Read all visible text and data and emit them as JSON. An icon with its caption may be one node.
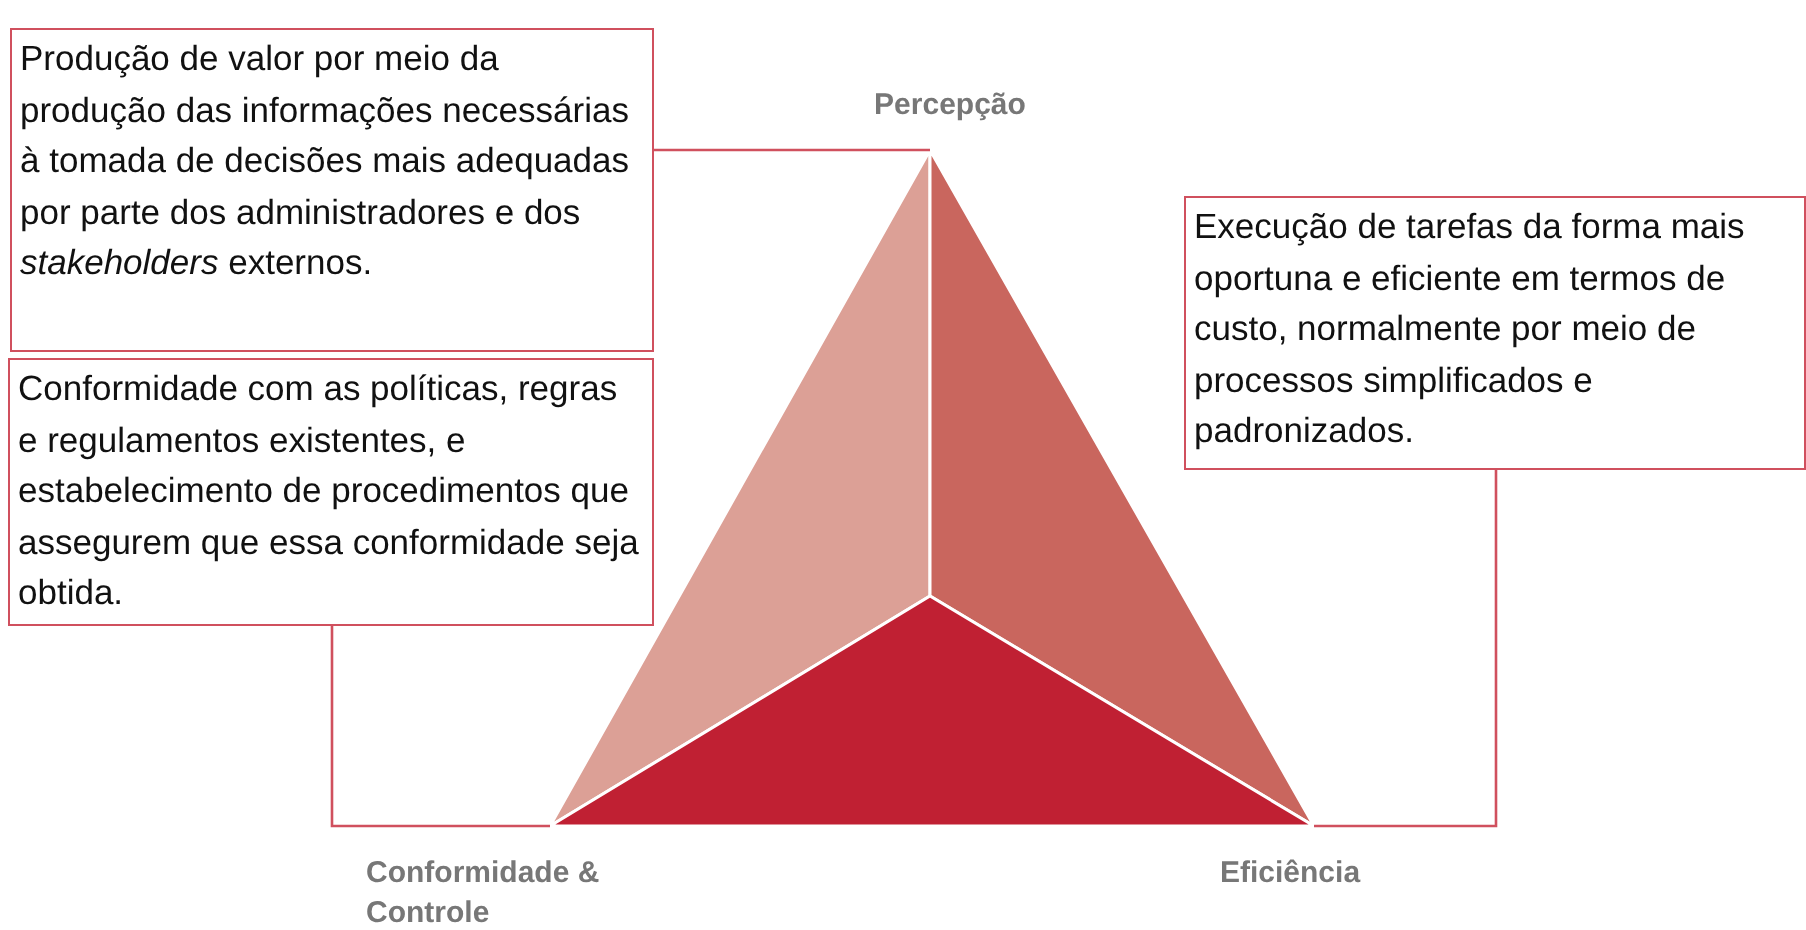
{
  "diagram": {
    "nodes": [
      {
        "text": [
          "Produção de valor por meio da produção das informações necessárias à tomada de decisões mais adequadas por parte dos administradores e dos *stakeholders* externos."
        ]
      },
      {
        "text": [
          "Conformidade com as políticas, regras e regulamentos existentes, e estabelecimento de procedimentos que assegurem que essa conformidade seja obtida."
        ]
      },
      {
        "text": [
          "Execução de tarefas da forma mais oportuna e eficiente em termos de custo, normalmente por meio de processos simplificados e padronizados."
        ]
      }
    ],
    "edges": [
      {
        "from": 0,
        "to": null,
        "arrow": "none"
      },
      {
        "from": 1,
        "to": null,
        "arrow": "none"
      },
      {
        "from": 2,
        "to": null,
        "arrow": "none"
      }
    ],
    "labels": [
      "Percepção",
      "Eficiência",
      "Conformidade & Controle"
    ]
  }
}
